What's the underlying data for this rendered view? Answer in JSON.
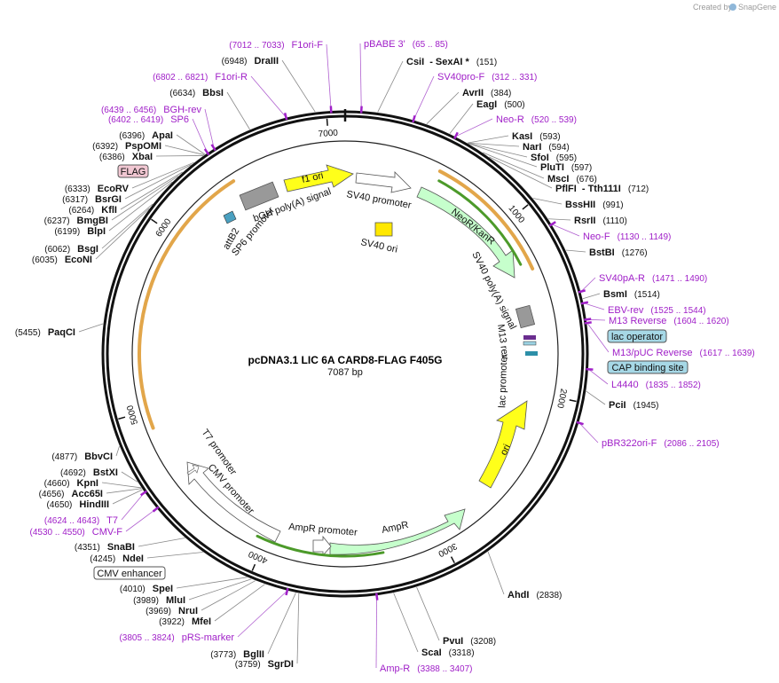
{
  "credit": {
    "text": "Created by",
    "brand": "SnapGene"
  },
  "plasmid": {
    "name": "pcDNA3.1 LIC 6A CARD8-FLAG F405G",
    "size": "7087 bp",
    "length": 7087
  },
  "colors": {
    "enzyme": "#111111",
    "primer": "#a020c8",
    "backbone": "#111111"
  },
  "ticks": [
    {
      "bp": 1000,
      "label": "1000"
    },
    {
      "bp": 2000,
      "label": "2000"
    },
    {
      "bp": 3000,
      "label": "3000"
    },
    {
      "bp": 4000,
      "label": "4000"
    },
    {
      "bp": 5000,
      "label": "5000"
    },
    {
      "bp": 6000,
      "label": "6000"
    },
    {
      "bp": 7000,
      "label": "7000"
    }
  ],
  "enzymes_right": [
    {
      "bp": 151,
      "name": "CsiI",
      "suffix": "- SexAI *",
      "pos": "(151)"
    },
    {
      "bp": 384,
      "name": "AvrII",
      "pos": "(384)"
    },
    {
      "bp": 500,
      "name": "EagI",
      "pos": "(500)"
    },
    {
      "bp": 593,
      "name": "KasI",
      "pos": "(593)"
    },
    {
      "bp": 594,
      "name": "NarI",
      "pos": "(594)"
    },
    {
      "bp": 595,
      "name": "SfoI",
      "pos": "(595)"
    },
    {
      "bp": 597,
      "name": "PluTI",
      "pos": "(597)"
    },
    {
      "bp": 676,
      "name": "MscI",
      "pos": "(676)"
    },
    {
      "bp": 712,
      "name": "PflFI",
      "suffix": "- Tth111I",
      "pos": "(712)"
    },
    {
      "bp": 991,
      "name": "BssHII",
      "pos": "(991)"
    },
    {
      "bp": 1110,
      "name": "RsrII",
      "pos": "(1110)"
    },
    {
      "bp": 1276,
      "name": "BstBI",
      "pos": "(1276)"
    },
    {
      "bp": 1514,
      "name": "BsmI",
      "pos": "(1514)"
    },
    {
      "bp": 1945,
      "name": "PciI",
      "pos": "(1945)"
    },
    {
      "bp": 2838,
      "name": "AhdI",
      "pos": "(2838)"
    },
    {
      "bp": 3208,
      "name": "PvuI",
      "pos": "(3208)"
    },
    {
      "bp": 3318,
      "name": "ScaI",
      "pos": "(3318)"
    }
  ],
  "enzymes_left": [
    {
      "bp": 6948,
      "name": "DraIII",
      "pos": "(6948)"
    },
    {
      "bp": 6634,
      "name": "BbsI",
      "pos": "(6634)"
    },
    {
      "bp": 6396,
      "name": "ApaI",
      "pos": "(6396)"
    },
    {
      "bp": 6392,
      "name": "PspOMI",
      "pos": "(6392)"
    },
    {
      "bp": 6386,
      "name": "XbaI",
      "pos": "(6386)"
    },
    {
      "bp": 6333,
      "name": "EcoRV",
      "pos": "(6333)"
    },
    {
      "bp": 6317,
      "name": "BsrGI",
      "pos": "(6317)"
    },
    {
      "bp": 6264,
      "name": "KflI",
      "pos": "(6264)"
    },
    {
      "bp": 6237,
      "name": "BmgBI",
      "pos": "(6237)"
    },
    {
      "bp": 6199,
      "name": "BlpI",
      "pos": "(6199)"
    },
    {
      "bp": 6062,
      "name": "BsgI",
      "pos": "(6062)"
    },
    {
      "bp": 6035,
      "name": "EcoNI",
      "pos": "(6035)"
    },
    {
      "bp": 5455,
      "name": "PaqCI",
      "pos": "(5455)"
    },
    {
      "bp": 4877,
      "name": "BbvCI",
      "pos": "(4877)"
    },
    {
      "bp": 4692,
      "name": "BstXI",
      "pos": "(4692)"
    },
    {
      "bp": 4660,
      "name": "KpnI",
      "pos": "(4660)"
    },
    {
      "bp": 4656,
      "name": "Acc65I",
      "pos": "(4656)"
    },
    {
      "bp": 4650,
      "name": "HindIII",
      "pos": "(4650)"
    },
    {
      "bp": 4351,
      "name": "SnaBI",
      "pos": "(4351)"
    },
    {
      "bp": 4245,
      "name": "NdeI",
      "pos": "(4245)"
    },
    {
      "bp": 4010,
      "name": "SpeI",
      "pos": "(4010)"
    },
    {
      "bp": 3989,
      "name": "MluI",
      "pos": "(3989)"
    },
    {
      "bp": 3969,
      "name": "NruI",
      "pos": "(3969)"
    },
    {
      "bp": 3922,
      "name": "MfeI",
      "pos": "(3922)"
    },
    {
      "bp": 3773,
      "name": "BglII",
      "pos": "(3773)"
    },
    {
      "bp": 3759,
      "name": "SgrDI",
      "pos": "(3759)"
    }
  ],
  "primers_right": [
    {
      "bp": 75,
      "name": "pBABE 3'",
      "pos": "(65 .. 85)"
    },
    {
      "bp": 321,
      "name": "SV40pro-F",
      "pos": "(312 .. 331)"
    },
    {
      "bp": 530,
      "name": "Neo-R",
      "pos": "(520 .. 539)"
    },
    {
      "bp": 1140,
      "name": "Neo-F",
      "pos": "(1130 .. 1149)"
    },
    {
      "bp": 1480,
      "name": "SV40pA-R",
      "pos": "(1471 .. 1490)"
    },
    {
      "bp": 1535,
      "name": "EBV-rev",
      "pos": "(1525 .. 1544)"
    },
    {
      "bp": 1612,
      "name": "M13 Reverse",
      "pos": "(1604 .. 1620)"
    },
    {
      "bp": 1628,
      "name": "M13/pUC Reverse",
      "pos": "(1617 .. 1639)"
    },
    {
      "bp": 1843,
      "name": "L4440",
      "pos": "(1835 .. 1852)"
    },
    {
      "bp": 2095,
      "name": "pBR322ori-F",
      "pos": "(2086 .. 2105)"
    },
    {
      "bp": 3397,
      "name": "Amp-R",
      "pos": "(3388 .. 3407)"
    }
  ],
  "primers_left": [
    {
      "bp": 7022,
      "name": "F1ori-F",
      "pos": "(7012 .. 7033)"
    },
    {
      "bp": 6811,
      "name": "F1ori-R",
      "pos": "(6802 .. 6821)"
    },
    {
      "bp": 6447,
      "name": "BGH-rev",
      "pos": "(6439 .. 6456)"
    },
    {
      "bp": 6410,
      "name": "SP6",
      "pos": "(6402 .. 6419)"
    },
    {
      "bp": 4633,
      "name": "T7",
      "pos": "(4624 .. 4643)"
    },
    {
      "bp": 4540,
      "name": "CMV-F",
      "pos": "(4530 .. 4550)"
    },
    {
      "bp": 3814,
      "name": "pRS-marker",
      "pos": "(3805 .. 3824)"
    }
  ],
  "boxed_labels": {
    "lac_operator": "lac operator",
    "cap_site": "CAP binding site",
    "flag": "FLAG",
    "cmv_enhancer": "CMV enhancer"
  },
  "features": {
    "f1_ori": "f1 ori",
    "sv40_promoter": "SV40 promoter",
    "sv40_ori": "SV40 ori",
    "neor": "NeoR/KanR",
    "sv40_polya": "SV40 poly(A) signal",
    "m13_rev": "M13 rev",
    "lac_promoter": "lac promoter",
    "ori": "ori",
    "ampr": "AmpR",
    "ampr_promoter": "AmpR promoter",
    "cmv_promoter": "CMV promoter",
    "t7_promoter": "T7 promoter",
    "bgh": "bGH poly(A) signal",
    "attb2": "attB2",
    "sp6_promoter": "SP6 promoter"
  }
}
